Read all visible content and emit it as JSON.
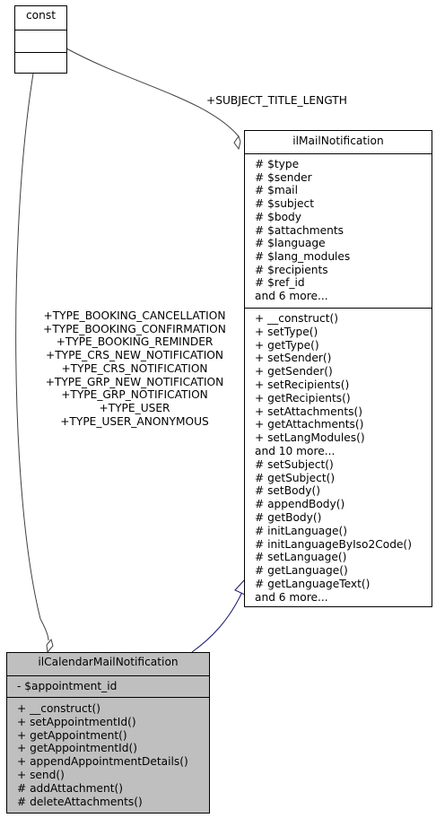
{
  "const_box": {
    "title": "const"
  },
  "mail_box": {
    "title": "ilMailNotification",
    "attributes": [
      "# $type",
      "# $sender",
      "# $mail",
      "# $subject",
      "# $body",
      "# $attachments",
      "# $language",
      "# $lang_modules",
      "# $recipients",
      "# $ref_id",
      "and 6 more..."
    ],
    "methods": [
      "+ __construct()",
      "+ setType()",
      "+ getType()",
      "+ setSender()",
      "+ getSender()",
      "+ setRecipients()",
      "+ getRecipients()",
      "+ setAttachments()",
      "+ getAttachments()",
      "+ setLangModules()",
      "and 10 more...",
      "# setSubject()",
      "# getSubject()",
      "# setBody()",
      "# appendBody()",
      "# getBody()",
      "# initLanguage()",
      "# initLanguageByIso2Code()",
      "# setLanguage()",
      "# getLanguage()",
      "# getLanguageText()",
      "and 6 more..."
    ]
  },
  "calendar_box": {
    "title": "ilCalendarMailNotification",
    "attributes": [
      "- $appointment_id"
    ],
    "methods": [
      "+ __construct()",
      "+ setAppointmentId()",
      "+ getAppointment()",
      "+ getAppointmentId()",
      "+ appendAppointmentDetails()",
      "+ send()",
      "# addAttachment()",
      "# deleteAttachments()"
    ]
  },
  "edge_labels": {
    "subject_title_length": "+SUBJECT_TITLE_LENGTH",
    "calendar_constants": [
      "+TYPE_BOOKING_CANCELLATION",
      "+TYPE_BOOKING_CONFIRMATION",
      "+TYPE_BOOKING_REMINDER",
      "+TYPE_CRS_NEW_NOTIFICATION",
      "+TYPE_CRS_NOTIFICATION",
      "+TYPE_GRP_NEW_NOTIFICATION",
      "+TYPE_GRP_NOTIFICATION",
      "+TYPE_USER",
      "+TYPE_USER_ANONYMOUS"
    ]
  },
  "colors": {
    "highlight_fill": "#bfbfbf",
    "inheritance_edge": "#191970",
    "composition_edge": "#404040"
  }
}
